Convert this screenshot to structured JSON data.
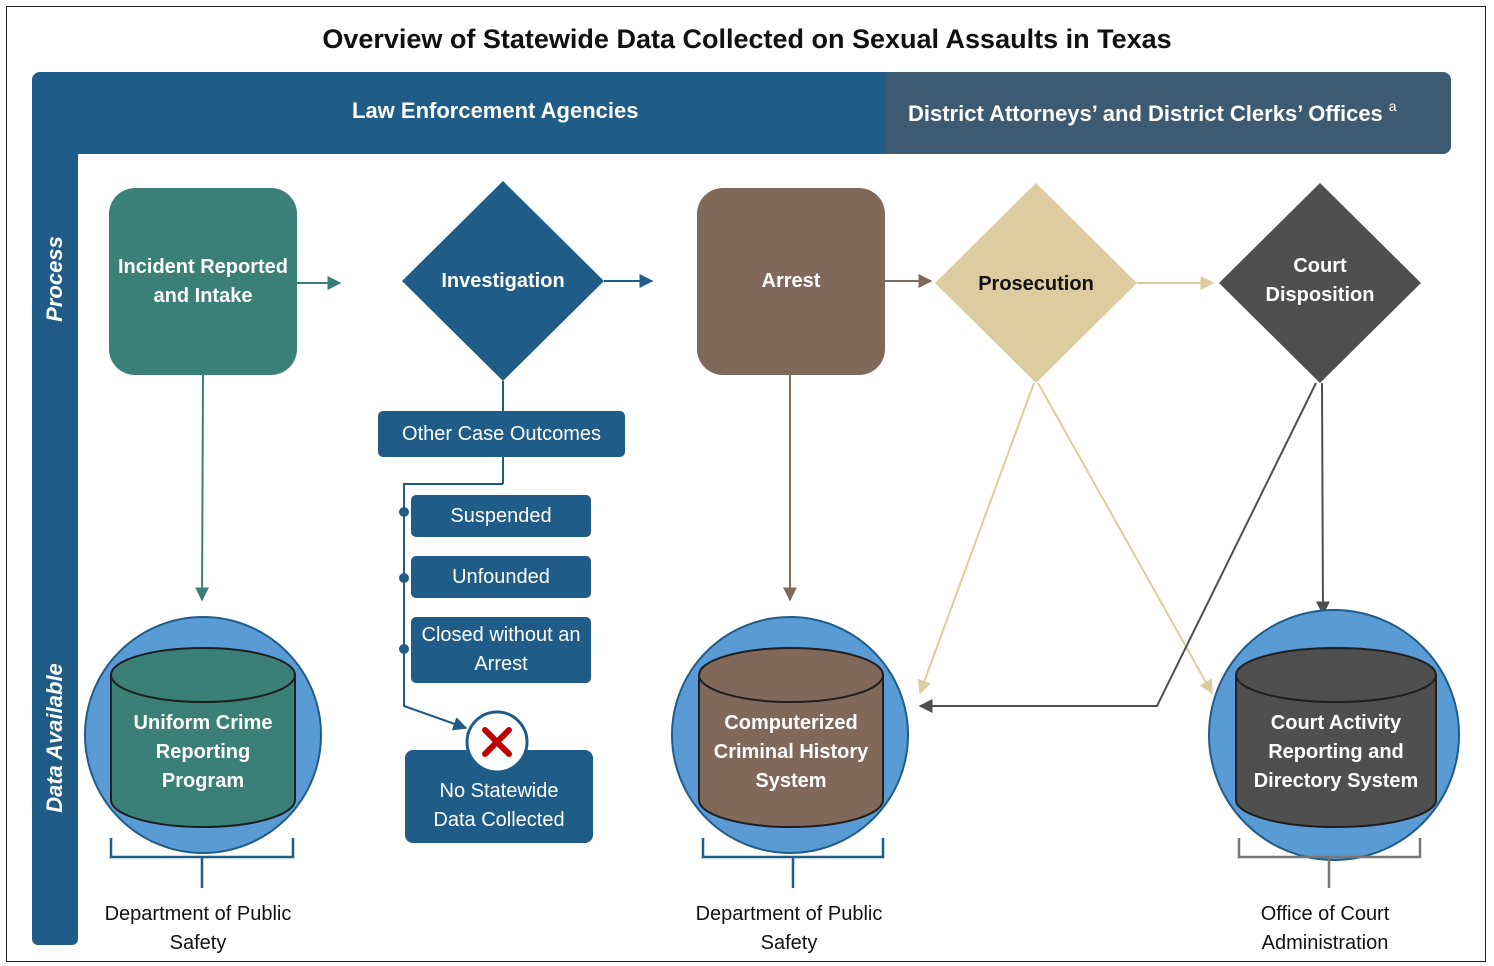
{
  "title": "Overview of Statewide Data Collected on Sexual Assaults in Texas",
  "header": {
    "left": "Law Enforcement Agencies",
    "right": "District Attorneys’ and District Clerks’ Offices",
    "right_sup": "a"
  },
  "sidebar": {
    "process": "Process",
    "data_available": "Data Available"
  },
  "process_steps": [
    {
      "label": "Incident Reported and Intake",
      "shape": "rounded-rect",
      "color": "#3b8078"
    },
    {
      "label": "Investigation",
      "shape": "diamond",
      "color": "#1f5c87"
    },
    {
      "label": "Arrest",
      "shape": "rounded-rect",
      "color": "#80695a"
    },
    {
      "label": "Prosecution",
      "shape": "diamond",
      "color": "#ddcc9f"
    },
    {
      "label": "Court Disposition",
      "shape": "diamond",
      "color": "#4f4f4f"
    }
  ],
  "other_outcomes": {
    "header": "Other Case Outcomes",
    "items": [
      "Suspended",
      "Unfounded",
      "Closed without an Arrest"
    ],
    "no_data": "No Statewide Data Collected"
  },
  "data_systems": [
    {
      "label": "Uniform Crime Reporting Program",
      "agency": "Department of Public Safety",
      "color": "#3b8078"
    },
    {
      "label": "Computerized Criminal History System",
      "agency": "Department of Public Safety",
      "color": "#80695a"
    },
    {
      "label": "Court Activity Reporting and Directory System",
      "agency": "Office of Court Administration",
      "color": "#4f4f4f"
    }
  ],
  "colors": {
    "navy": "#1f5c87",
    "slate": "#3d5a73",
    "teal": "#3b8078",
    "brown": "#80695a",
    "tan": "#ddcc9f",
    "charcoal": "#4f4f4f",
    "circle_blue": "#5b9bd5",
    "dash_red": "#c00000"
  }
}
